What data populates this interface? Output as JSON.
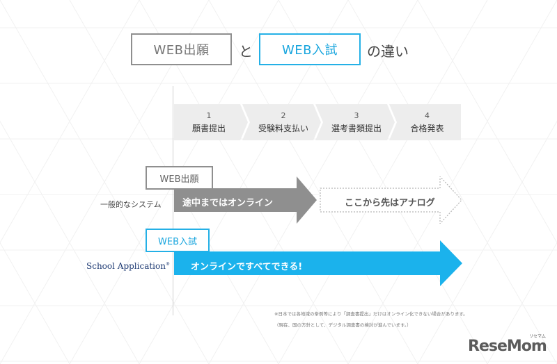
{
  "title": {
    "box_left": "WEB出願",
    "connector": "と",
    "box_right": "WEB入試",
    "suffix": "の違い"
  },
  "steps": [
    {
      "num": "1",
      "label": "願書提出"
    },
    {
      "num": "2",
      "label": "受験料支払い"
    },
    {
      "num": "3",
      "label": "選考書類提出"
    },
    {
      "num": "4",
      "label": "合格発表"
    }
  ],
  "rows": {
    "web_apply": {
      "badge": "WEB出願",
      "left_label": "一般的なシステム",
      "online_text": "途中まではオンライン",
      "offline_text": "ここから先はアナログ"
    },
    "web_exam": {
      "badge": "WEB入試",
      "left_label": "School Application",
      "left_label_mark": "®",
      "online_text": "オンラインですべてできる!"
    }
  },
  "notes": [
    "※日本では各地域の条例等により「調査書提出」だけはオンライン化できない場合があります。",
    "（現在、国の方針として、デジタル調査書の検討が進んでいます。）"
  ],
  "logo": {
    "text": "ReseMom",
    "sub": "リセマム"
  },
  "colors": {
    "gray": "#8f8f8f",
    "blue": "#24b0e6",
    "step_bg": "#ededed",
    "navy": "#1e3a73"
  }
}
